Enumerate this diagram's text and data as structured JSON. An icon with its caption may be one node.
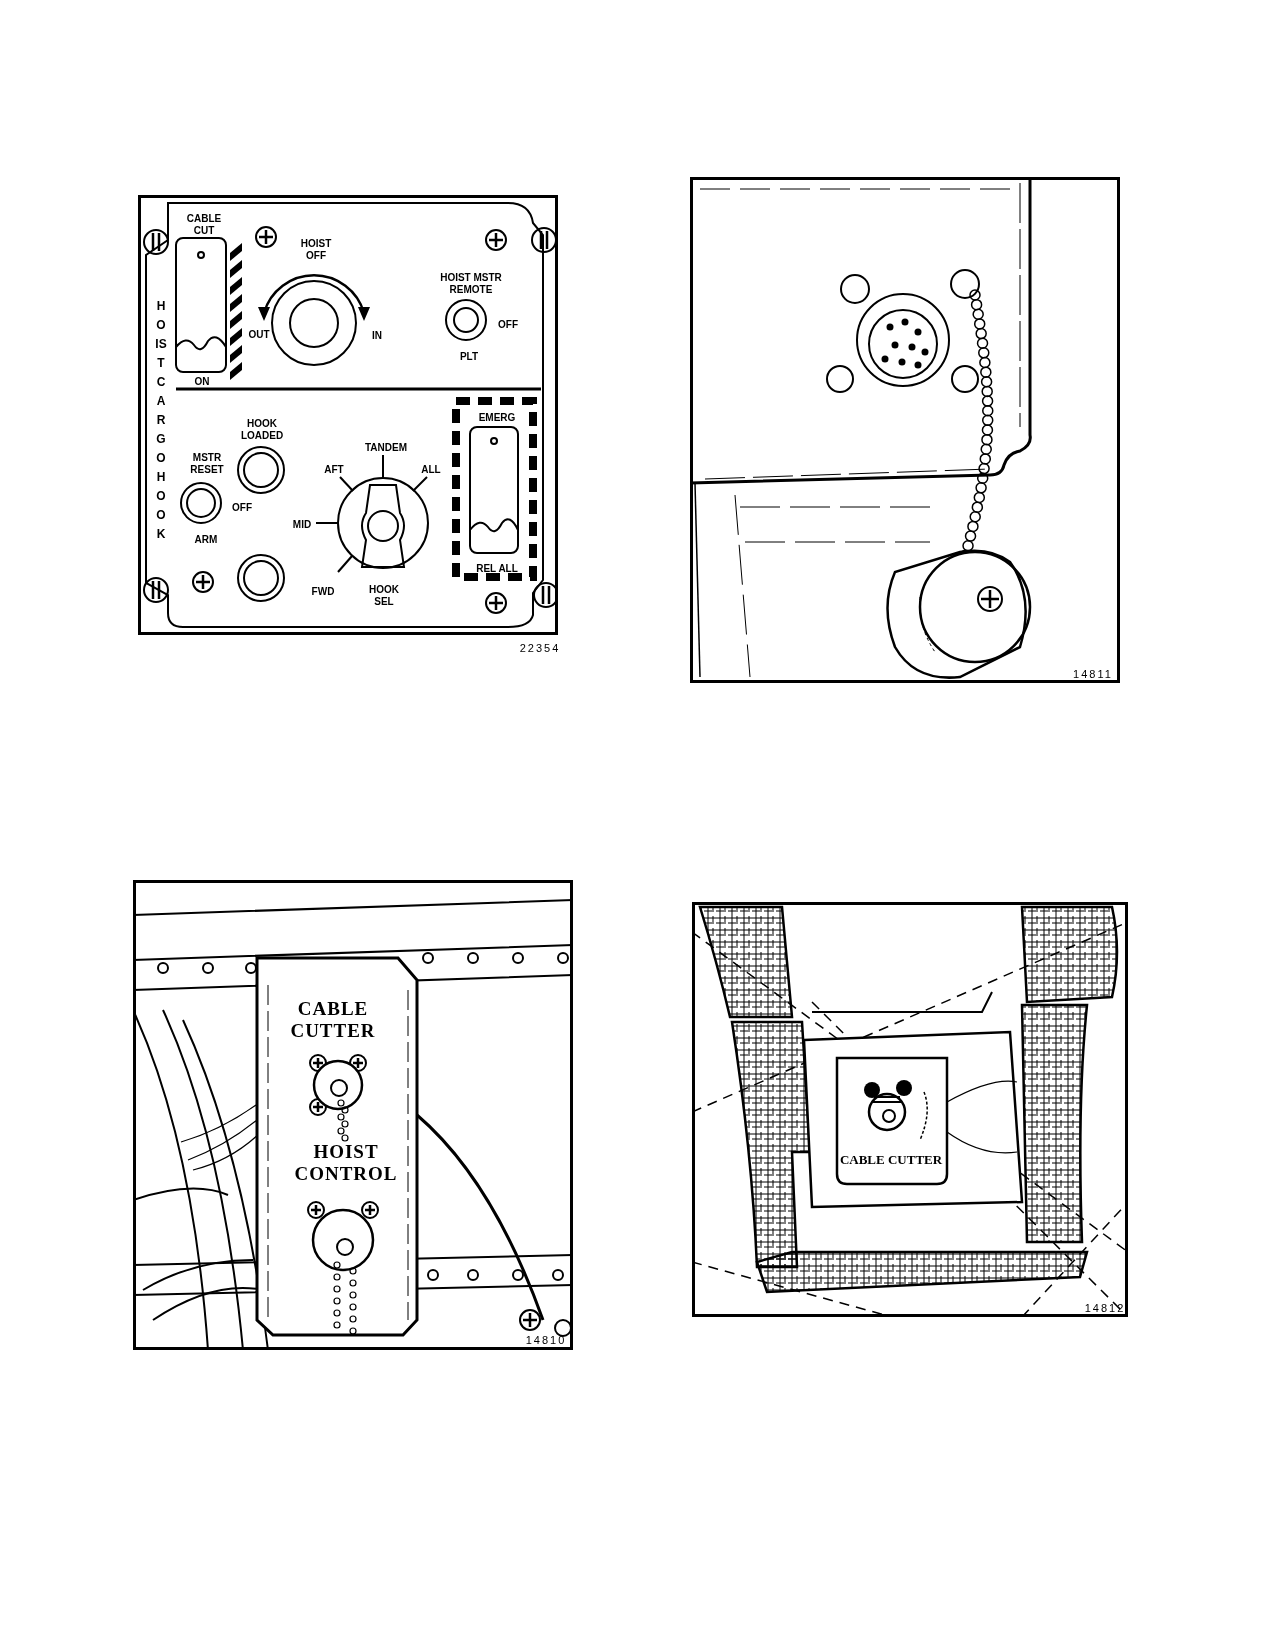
{
  "diagram": {
    "labels": [
      "CABLE CUT",
      "HOIST OFF",
      "HOIST MSTR REMOTE",
      "OUT",
      "IN",
      "OFF",
      "PLT",
      "ON",
      "HOIST CARGO HOOK",
      "HOOK LOADED",
      "MSTR RESET",
      "TANDEM",
      "AFT",
      "ALL",
      "EMERG",
      "OFF",
      "MID",
      "ARM",
      "FWD",
      "HOOK SEL",
      "REL ALL",
      "22354",
      "14811",
      "CABLE CUTTER",
      "HOIST CONTROL",
      "14810",
      "CABLE CUTTER",
      "14812"
    ]
  }
}
